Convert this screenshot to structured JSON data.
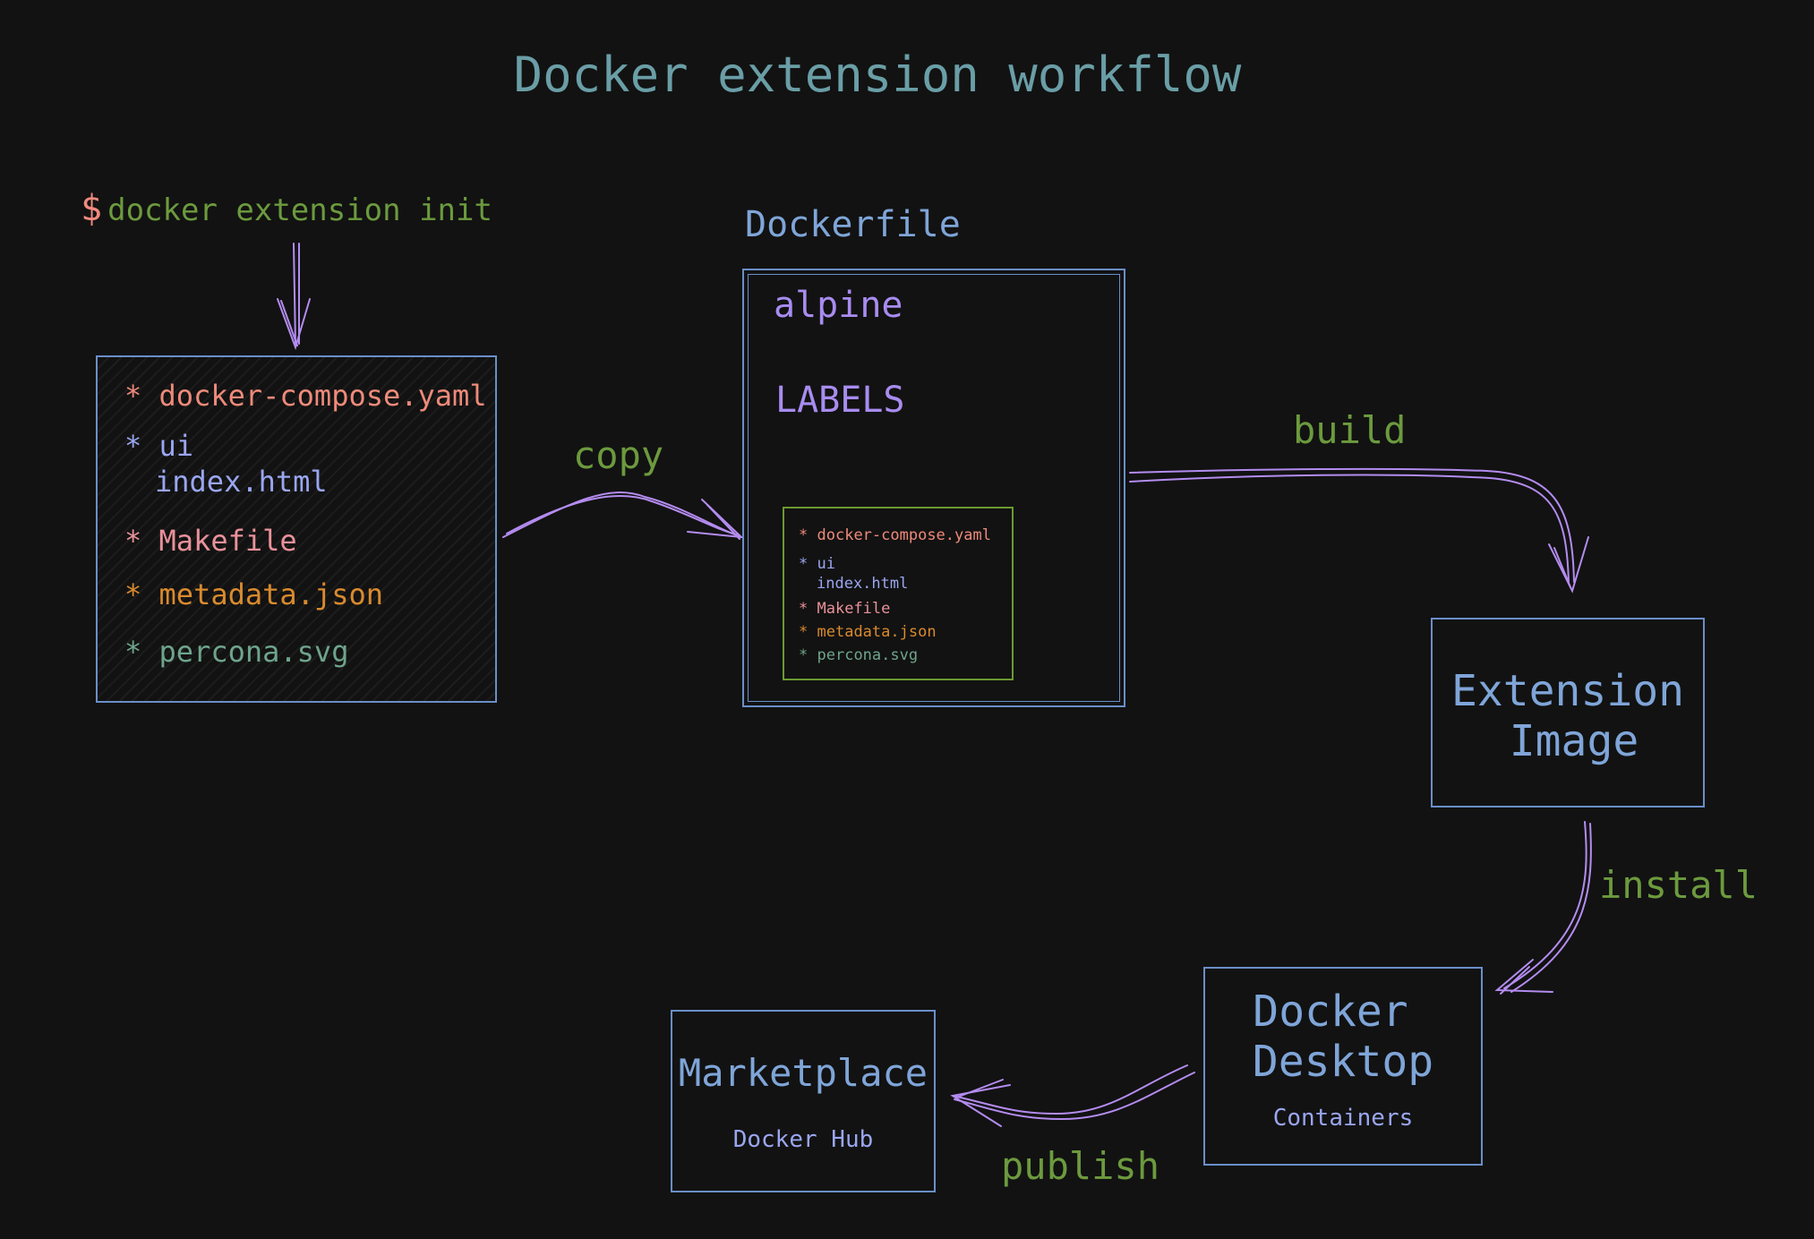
{
  "title": "Docker extension workflow",
  "command": {
    "prompt": "$",
    "text": "docker extension init"
  },
  "files": [
    {
      "bullet": "*",
      "lines": [
        "docker-compose.yaml"
      ],
      "color": "#ee8a7a"
    },
    {
      "bullet": "*",
      "lines": [
        "ui",
        "index.html"
      ],
      "color": "#9aa6f0"
    },
    {
      "bullet": "*",
      "lines": [
        "Makefile"
      ],
      "color": "#e9919a"
    },
    {
      "bullet": "*",
      "lines": [
        "metadata.json"
      ],
      "color": "#d98a2e"
    },
    {
      "bullet": "*",
      "lines": [
        "percona.svg"
      ],
      "color": "#6ea48c"
    }
  ],
  "edges": {
    "copy": "copy",
    "build": "build",
    "install": "install",
    "publish": "publish"
  },
  "dockerfile": {
    "title": "Dockerfile",
    "base": "alpine",
    "labels": "LABELS"
  },
  "extension_image": {
    "line1": "Extension",
    "line2": "Image"
  },
  "docker_desktop": {
    "line1": "Docker",
    "line2": "Desktop",
    "sub": "Containers"
  },
  "marketplace": {
    "title": "Marketplace",
    "sub": "Docker Hub"
  },
  "colors": {
    "background": "#121212",
    "title": "#6a9ea6",
    "label_green": "#6c9a3e",
    "box_border": "#6a8fc8",
    "arrow": "#b48cf0",
    "purple_text": "#a88cf0"
  }
}
